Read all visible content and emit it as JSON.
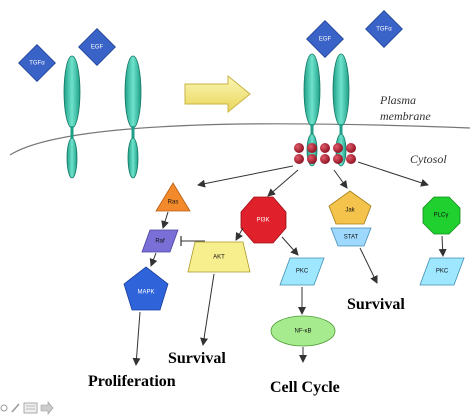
{
  "ligands": {
    "left_tgfa": "TGFα",
    "left_egf": "EGF",
    "right_egf": "EGF",
    "right_tgfa": "TGFα"
  },
  "labels": {
    "plasma_membrane_line1": "Plasma",
    "plasma_membrane_line2": "membrane",
    "cytosol": "Cytosol"
  },
  "nodes": {
    "ras": "Ras",
    "raf": "Raf",
    "mapk": "MAPK",
    "pi3k": "PI3K",
    "akt": "AKT",
    "pkc_mid": "PKC",
    "nfkb": "NF-κB",
    "jak": "Jak",
    "stat": "STAT",
    "plcg": "PLCγ",
    "pkc_right": "PKC"
  },
  "outcomes": {
    "proliferation": "Proliferation",
    "survival_left": "Survival",
    "cell_cycle": "Cell Cycle",
    "survival_right": "Survival"
  },
  "colors": {
    "ligand": "#3a63c8",
    "receptor": "#35c2a8",
    "transition_arrow": "#f5ec8a",
    "ras": "#f28a2c",
    "raf": "#7a6fd6",
    "mapk": "#2f63d9",
    "pi3k": "#e0202a",
    "akt": "#f7ee8e",
    "pkc": "#9fe6ff",
    "nfkb": "#a6ec8f",
    "jak": "#f3c34b",
    "stat": "#9fd8ff",
    "plcg": "#1fd02f",
    "dimer_beads": "#b0182a"
  }
}
